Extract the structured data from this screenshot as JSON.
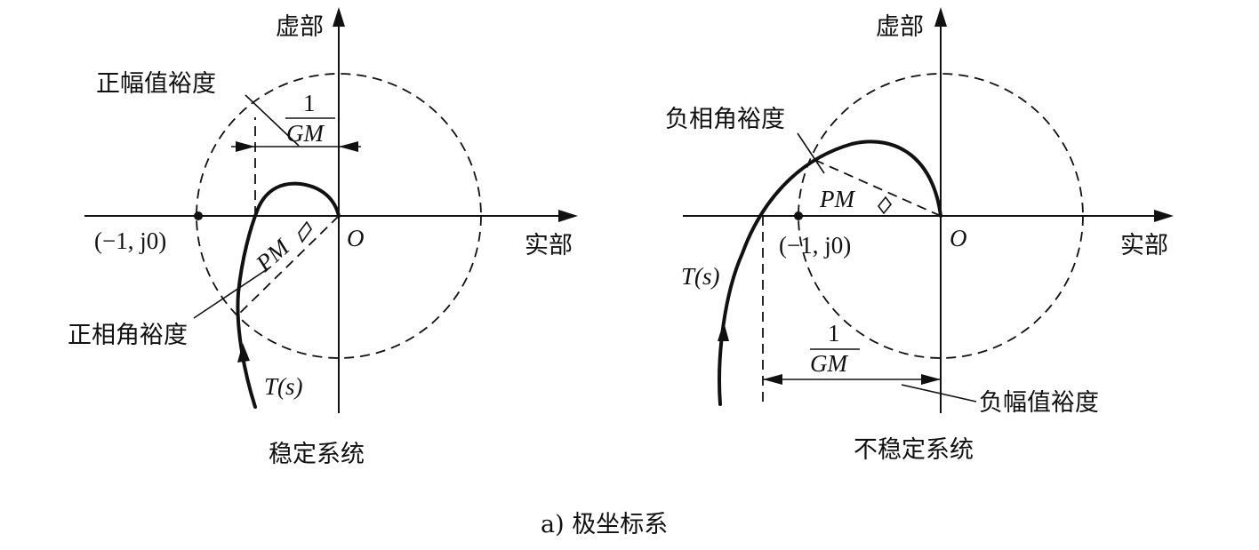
{
  "left_panel": {
    "imag_axis_label": "虚部",
    "real_axis_label": "实部",
    "origin_label": "O",
    "point_label": "(−1, j0)",
    "gain_margin_label": "正幅值裕度",
    "phase_margin_label": "正相角裕度",
    "gm_numerator": "1",
    "gm_denominator": "GM",
    "pm_label": "PM",
    "curve_label": "T(s)",
    "caption": "稳定系统"
  },
  "right_panel": {
    "imag_axis_label": "虚部",
    "real_axis_label": "实部",
    "origin_label": "O",
    "point_label": "(−1, j0)",
    "phase_margin_label": "负相角裕度",
    "gain_margin_label": "负幅值裕度",
    "gm_numerator": "1",
    "gm_denominator": "GM",
    "pm_label": "PM",
    "curve_label": "T(s)",
    "caption": "不稳定系统"
  },
  "figure_caption": "a) 极坐标系"
}
